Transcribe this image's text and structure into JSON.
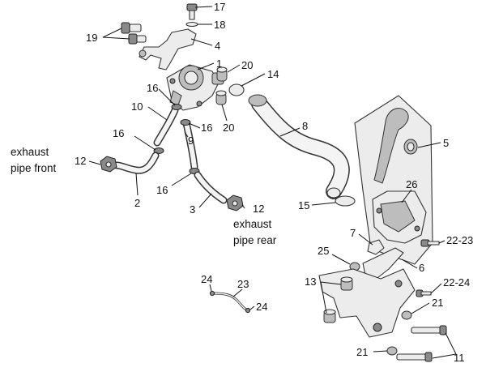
{
  "callouts": {
    "c1": "1",
    "c2": "2",
    "c3": "3",
    "c4": "4",
    "c5": "5",
    "c6": "6",
    "c7": "7",
    "c8": "8",
    "c9": "9",
    "c10": "10",
    "c11": "11",
    "c12a": "12",
    "c12b": "12",
    "c13": "13",
    "c14": "14",
    "c15": "15",
    "c16a": "16",
    "c16b": "16",
    "c16c": "16",
    "c16d": "16",
    "c17": "17",
    "c18": "18",
    "c19": "19",
    "c20a": "20",
    "c20b": "20",
    "c21a": "21",
    "c21b": "21",
    "c22_23": "22-23",
    "c22_24": "22-24",
    "c23": "23",
    "c24a": "24",
    "c24b": "24",
    "c25": "25",
    "c26": "26"
  },
  "notes": {
    "front_line1": "exhaust",
    "front_line2": "pipe front",
    "rear_line1": "exhaust",
    "rear_line2": "pipe rear"
  }
}
